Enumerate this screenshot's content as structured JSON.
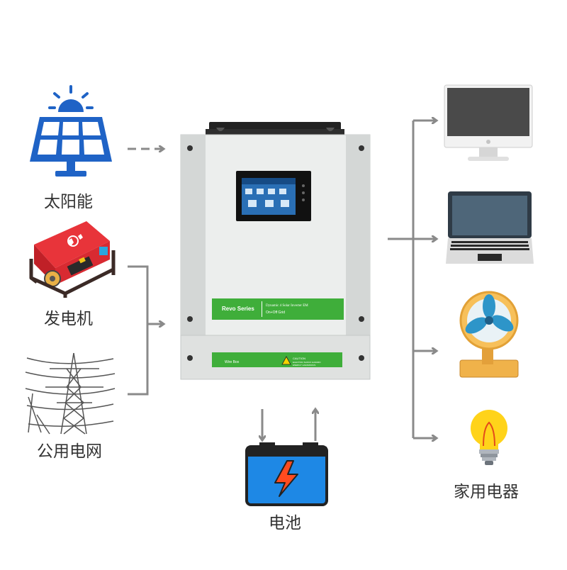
{
  "colors": {
    "arrow": "#8a8a8a",
    "label": "#333333",
    "panel_blue": "#1f63c6",
    "bolt_orange": "#ff4b1f",
    "inverter_green": "#3fae3a",
    "body_gray": "#e6e8e7"
  },
  "sources": {
    "solar": {
      "label": "太阳能",
      "icon": "solar-panel-icon"
    },
    "generator": {
      "label": "发电机",
      "icon": "generator-icon"
    },
    "grid": {
      "label": "公用电网",
      "icon": "power-tower-icon"
    }
  },
  "battery": {
    "label": "电池",
    "icon": "battery-icon"
  },
  "loads": {
    "label": "家用电器",
    "items": [
      {
        "icon": "monitor-icon"
      },
      {
        "icon": "laptop-icon"
      },
      {
        "icon": "fan-icon"
      },
      {
        "icon": "light-bulb-icon"
      }
    ]
  },
  "inverter": {
    "series_label": "Revo Series",
    "subtitle_line1": "Dynamic 4 Solar Inverter EM",
    "subtitle_line2": "On+Off Grid",
    "wire_box_label": "Wire Box",
    "caution_title": "CAUTION",
    "caution_line1": "ELECTRIC SHOCK HAZARD",
    "caution_line2": "ENERGY HAZARDOUS"
  }
}
